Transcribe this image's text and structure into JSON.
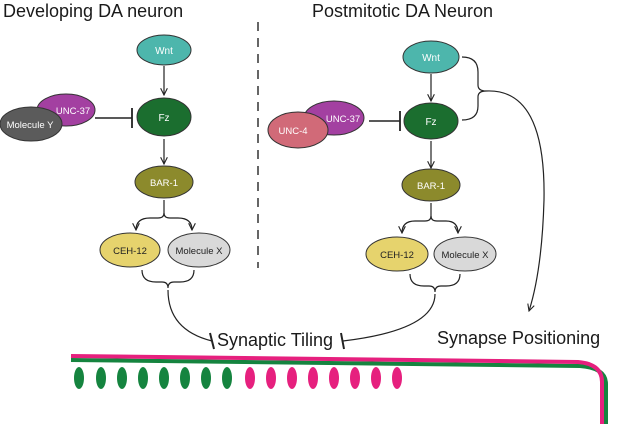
{
  "titles": {
    "left": "Developing DA neuron",
    "right": "Postmitotic DA Neuron"
  },
  "outcomes": {
    "synaptic_tiling": "Synaptic Tiling",
    "synapse_positioning": "Synapse Positioning"
  },
  "left_pathway": {
    "wnt": "Wnt",
    "fz": "Fz",
    "bar1": "BAR-1",
    "ceh12": "CEH-12",
    "molecule_x": "Molecule X",
    "unc37": "UNC-37",
    "molecule_y": "Molecule Y"
  },
  "right_pathway": {
    "wnt": "Wnt",
    "fz": "Fz",
    "bar1": "BAR-1",
    "ceh12": "CEH-12",
    "molecule_x": "Molecule X",
    "unc37": "UNC-37",
    "unc4": "UNC-4"
  },
  "colors": {
    "wnt": "#4db6ac",
    "fz": "#1b6e2f",
    "bar1": "#8c8a2c",
    "ceh12": "#e6d36d",
    "molecule_x": "#d9d9d9",
    "unc37": "#a340a1",
    "molecule_y": "#5b5b5b",
    "unc4": "#d16a78",
    "green_synapse": "#15843f",
    "magenta_synapse": "#e6207e"
  }
}
